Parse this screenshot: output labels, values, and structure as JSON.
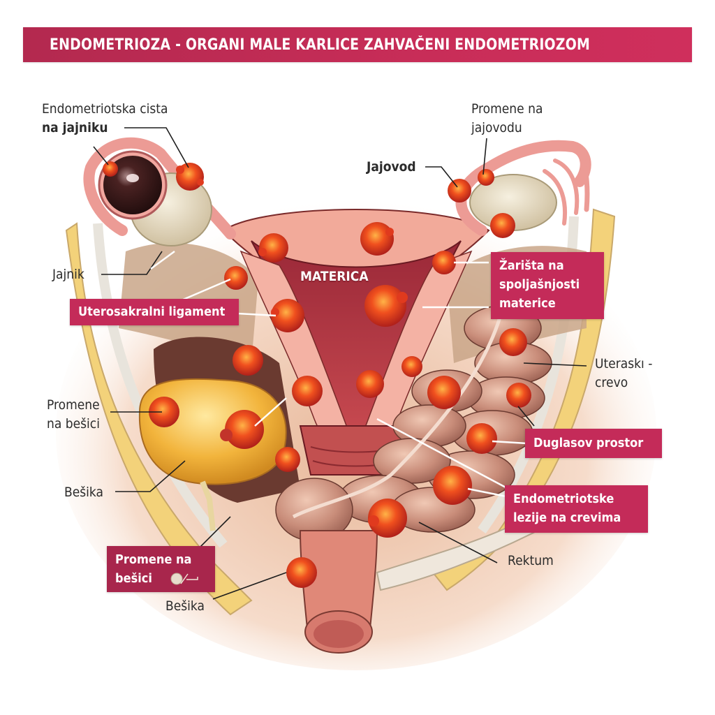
{
  "title": "ENDOMETRIOZA - ORGANI MALE KARLICE ZAHVAČENI ENDOMETRIOZOM",
  "colors": {
    "title_bar": "#c42b59",
    "callout_box": "#c42b59",
    "lesion": "#e0401e",
    "uterus": "#f0a99a",
    "bladder": "#f0b440",
    "bowel": "#c98d7a",
    "ovary": "#e6dcc4",
    "cyst": "#3a1818"
  },
  "organ_labels": {
    "uterus": "MATERICA"
  },
  "labels": {
    "endometrioma_line1": "Endometriotska cista",
    "endometrioma_line2": "na jajniku",
    "tube_changes_line1": "Promene na",
    "tube_changes_line2": "jajovodu",
    "fallopian_tube": "Jajovod",
    "ovary": "Jajnik",
    "bladder_changes_line1": "Promene",
    "bladder_changes_line2": "na bešici",
    "bladder": "Bešika",
    "bladder_bottom": "Bešika",
    "ureter_bowel_line1": "Uteraskı -",
    "ureter_bowel_line2": "crevo",
    "rectum": "Rektum"
  },
  "callouts": {
    "uterosacral": "Uterosakralni ligament",
    "external_foci_line1": "Žarišta na",
    "external_foci_line2": "spoljašnjosti",
    "external_foci_line3": "materice",
    "douglas": "Duglasov prostor",
    "bowel_lesions_line1": "Endometriotske",
    "bowel_lesions_line2": "lezije na crevima",
    "bladder_changes_line1": "Promene na",
    "bladder_changes_line2": "bešici"
  }
}
